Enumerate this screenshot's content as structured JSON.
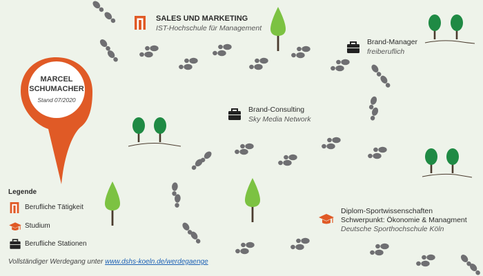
{
  "pin": {
    "first_name": "MARCEL",
    "last_name": "SCHUMACHER",
    "date": "Stand 07/2020"
  },
  "stations": {
    "sales": {
      "title": "SALES UND MARKETING",
      "org": "IST-Hochschule für Management",
      "icon": "door-icon"
    },
    "brand_manager": {
      "title": "Brand-Manager",
      "org": "freiberuflich",
      "icon": "briefcase-icon"
    },
    "brand_consulting": {
      "title": "Brand-Consulting",
      "org": "Sky Media Network",
      "icon": "briefcase-icon"
    },
    "diplom": {
      "title_1": "Diplom-Sportwissenschaften",
      "title_2": "Schwerpunkt: Ökonomie & Managment",
      "org": "Deutsche Sporthochschule Köln",
      "icon": "graduation-cap-icon"
    }
  },
  "legend": {
    "heading": "Legende",
    "items": [
      {
        "label": "Berufliche Tätigkeit",
        "icon": "door-icon"
      },
      {
        "label": "Studium",
        "icon": "graduation-cap-icon"
      },
      {
        "label": "Berufliche Stationen",
        "icon": "briefcase-icon"
      }
    ]
  },
  "footer": {
    "prefix": "Vollständiger Werdegang unter ",
    "link": "www.dshs-koeln.de/werdegaenge"
  },
  "colors": {
    "background": "#eef3ea",
    "orange": "#e05a26",
    "footprint": "#6f6f72",
    "tree_green": "#1f8a44",
    "tree_light": "#7cc242",
    "trunk": "#4a3b2e",
    "icon_dark": "#222222"
  }
}
